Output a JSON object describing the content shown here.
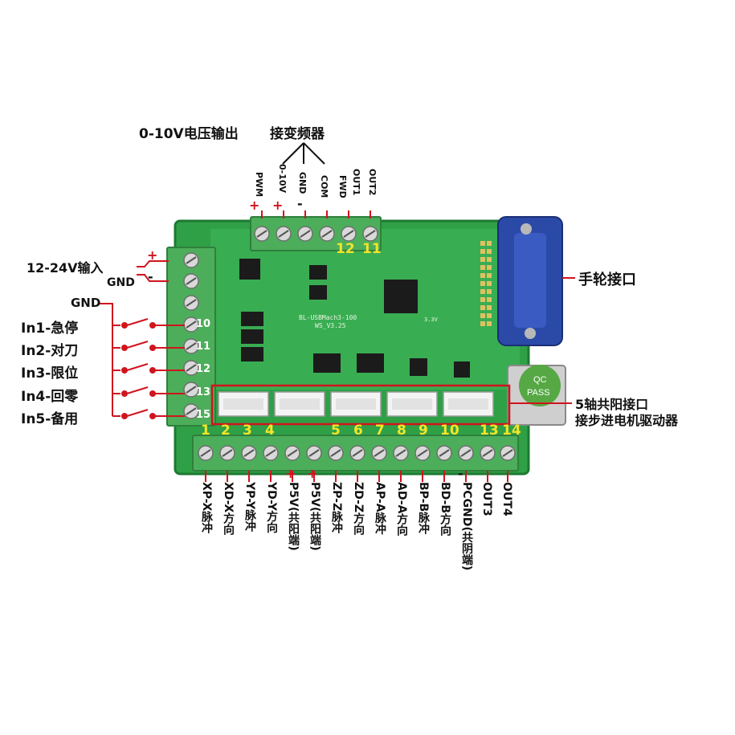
{
  "top_labels": {
    "voltage_output": "0-10V电压输出",
    "inverter": "接变频器"
  },
  "top_pins": [
    "PWM",
    "0-10V",
    "GND",
    "COM",
    "FWD",
    "OUT1",
    "OUT2"
  ],
  "top_signs": {
    "pwm_plus": "+",
    "v010_plus": "+",
    "gnd_minus": "-"
  },
  "top_pin_numbers": [
    "12",
    "11"
  ],
  "power": {
    "label": "12-24V输入",
    "gnd": "GND",
    "plus": "+",
    "minus": "-"
  },
  "inputs": {
    "gnd": "GND",
    "items": [
      {
        "label": "In1-急停",
        "pin": "10"
      },
      {
        "label": "In2-对刀",
        "pin": "11"
      },
      {
        "label": "In3-限位",
        "pin": "12"
      },
      {
        "label": "In4-回零",
        "pin": "13"
      },
      {
        "label": "In5-备用",
        "pin": "15"
      }
    ]
  },
  "right_labels": {
    "handwheel": "手轮接口",
    "axis_line1": "5轴共阳接口",
    "axis_line2": "接步进电机驱动器"
  },
  "board": {
    "silk_model": "BL-USBMach3-100",
    "silk_version": "WS_V3.25",
    "silk_3v3": "3.3V",
    "qc_text_1": "QC",
    "qc_text_2": "PASS"
  },
  "bottom_pin_numbers": [
    "1",
    "2",
    "3",
    "4",
    "5",
    "6",
    "7",
    "8",
    "9",
    "10",
    "13",
    "14"
  ],
  "bottom_signs": [
    "+",
    "+",
    "-"
  ],
  "bottom_labels": [
    "XP-X脉冲",
    "XD-X方向",
    "YP-Y脉冲",
    "YD-Y方向",
    "P5V(共阳端)",
    "P5V(共阳端)",
    "ZP-Z脉冲",
    "ZD-Z方向",
    "AP-A脉冲",
    "AD-A方向",
    "BP-B脉冲",
    "BD-B方向",
    "PCGND(共阴端)",
    "OUT3",
    "OUT4"
  ],
  "colors": {
    "board": "#2fa046",
    "board_edge": "#1d7a32",
    "terminal": "#4cae5a",
    "terminal_dark": "#2f7f3c",
    "accent_red": "#d0141e",
    "accent_yellow": "#f2e52a",
    "vga_blue": "#2b4aa8"
  }
}
